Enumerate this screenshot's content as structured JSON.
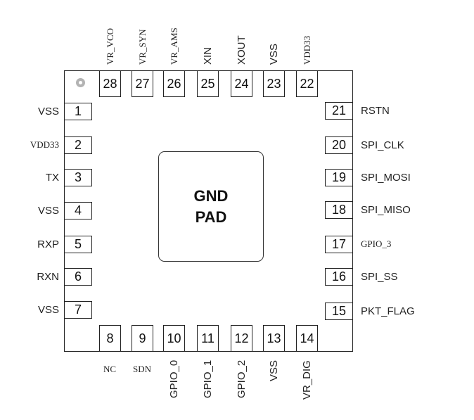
{
  "center_pad": {
    "line1": "GND",
    "line2": "PAD"
  },
  "pins": {
    "left": [
      {
        "num": "1",
        "name": "VSS"
      },
      {
        "num": "2",
        "name": "VDD33"
      },
      {
        "num": "3",
        "name": "TX"
      },
      {
        "num": "4",
        "name": "VSS"
      },
      {
        "num": "5",
        "name": "RXP"
      },
      {
        "num": "6",
        "name": "RXN"
      },
      {
        "num": "7",
        "name": "VSS"
      }
    ],
    "bottom": [
      {
        "num": "8",
        "name": "NC"
      },
      {
        "num": "9",
        "name": "SDN"
      },
      {
        "num": "10",
        "name": "GPIO_0"
      },
      {
        "num": "11",
        "name": "GPIO_1"
      },
      {
        "num": "12",
        "name": "GPIO_2"
      },
      {
        "num": "13",
        "name": "VSS"
      },
      {
        "num": "14",
        "name": "VR_DIG"
      }
    ],
    "right": [
      {
        "num": "15",
        "name": "PKT_FLAG"
      },
      {
        "num": "16",
        "name": "SPI_SS"
      },
      {
        "num": "17",
        "name": "GPIO_3"
      },
      {
        "num": "18",
        "name": "SPI_MISO"
      },
      {
        "num": "19",
        "name": "SPI_MOSI"
      },
      {
        "num": "20",
        "name": "SPI_CLK"
      },
      {
        "num": "21",
        "name": "RSTN"
      }
    ],
    "top": [
      {
        "num": "22",
        "name": "VDD33"
      },
      {
        "num": "23",
        "name": "VSS"
      },
      {
        "num": "24",
        "name": "XOUT"
      },
      {
        "num": "25",
        "name": "XIN"
      },
      {
        "num": "26",
        "name": "VR_AMS"
      },
      {
        "num": "27",
        "name": "VR_SYN"
      },
      {
        "num": "28",
        "name": "VR_VCO"
      }
    ]
  }
}
